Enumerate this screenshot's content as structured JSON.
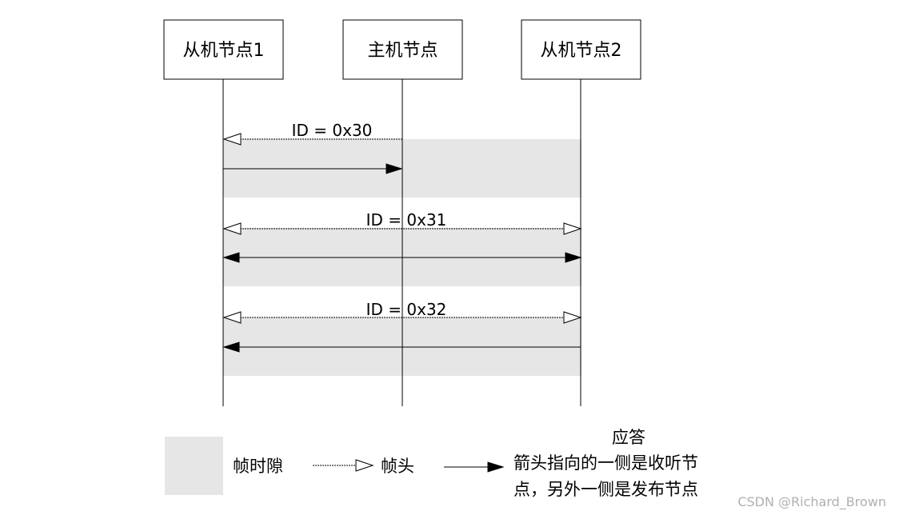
{
  "nodes": [
    {
      "id": "slave1",
      "label": "从机节点1"
    },
    {
      "id": "master",
      "label": "主机节点"
    },
    {
      "id": "slave2",
      "label": "从机节点2"
    }
  ],
  "frames": [
    {
      "id_label": "ID = 0x30"
    },
    {
      "id_label": "ID = 0x31"
    },
    {
      "id_label": "ID = 0x32"
    }
  ],
  "legend": {
    "slot_label": "帧时隙",
    "header_label": "帧头",
    "response_title": "应答",
    "response_desc_line1": "箭头指向的一侧是收听节",
    "response_desc_line2": "点，另外一侧是发布节点"
  },
  "watermark": "CSDN @Richard_Brown",
  "colors": {
    "slot_fill": "#e6e6e6",
    "line": "#000000",
    "watermark": "#b0b0b0"
  }
}
